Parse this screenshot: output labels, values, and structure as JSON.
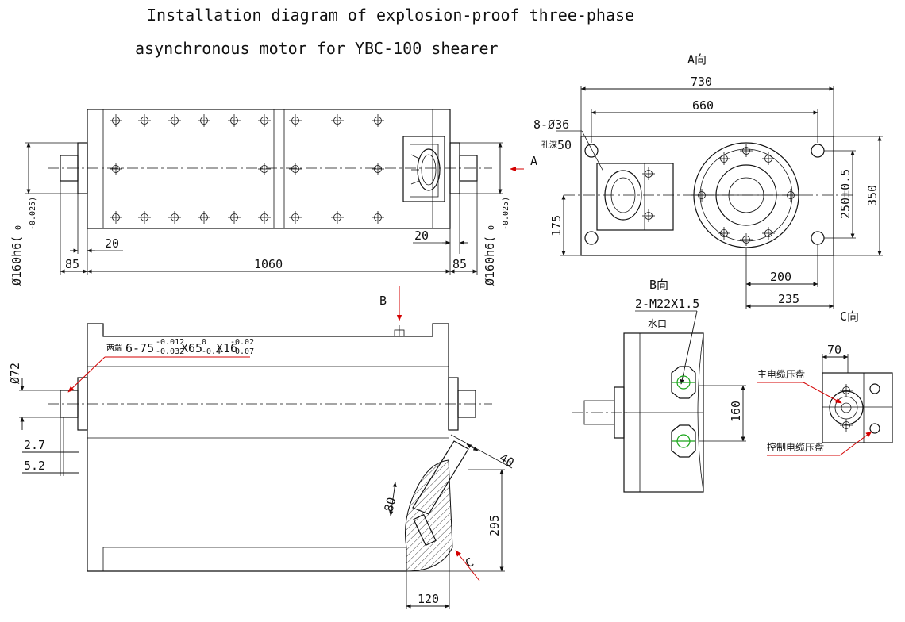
{
  "title": {
    "line1": "Installation diagram of explosion-proof three-phase",
    "line2": "asynchronous motor for YBC-100 shearer"
  },
  "views": {
    "a_view": "A向",
    "b_view": "B向",
    "c_view": "C向",
    "arrow_a": "A",
    "arrow_b": "B",
    "arrow_c": "C"
  },
  "front_view": {
    "dim_20_left": "20",
    "dim_20_right": "20",
    "dim_85_left": "85",
    "dim_85_right": "85",
    "dim_1060": "1060",
    "dia_left": "Ø160h6(",
    "dia_right": "Ø160h6("
  },
  "a_view_dims": {
    "d730": "730",
    "d660": "660",
    "holes": "8-Ø36",
    "holes_sub": "孔深50",
    "d250": "250±0.5",
    "d350": "350",
    "d175": "175",
    "d200": "200",
    "d235": "235"
  },
  "side_view": {
    "d72": "Ø72",
    "d27": "2.7",
    "d52": "5.2",
    "d40": "40",
    "d80": "80",
    "d295": "295",
    "d120": "120",
    "key_prefix": "两端",
    "key_body": "6-75",
    "key_mid1": "X65",
    "key_mid2": "X16"
  },
  "b_view_dims": {
    "thread": "2-M22X1.5",
    "water": "水口",
    "d160": "160"
  },
  "c_view_dims": {
    "d70": "70",
    "main_cable": "主电缆压盘",
    "control_cable": "控制电缆压盘"
  }
}
